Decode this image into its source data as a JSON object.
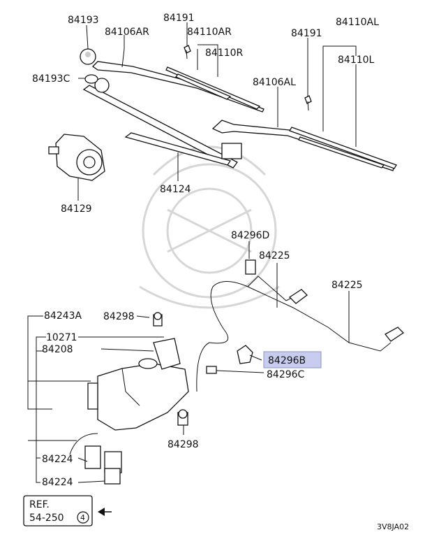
{
  "diagram": {
    "labels": {
      "p84193": "84193",
      "p84191_top": "84191",
      "p84106AR": "84106AR",
      "p84110AR": "84110AR",
      "p84110R": "84110R",
      "p84191_right": "84191",
      "p84110AL": "84110AL",
      "p84110L": "84110L",
      "p84193C": "84193C",
      "p84106AL": "84106AL",
      "p84124": "84124",
      "p84129": "84129",
      "p84296D": "84296D",
      "p84225_a": "84225",
      "p84225_b": "84225",
      "p84243A": "84243A",
      "p84298_a": "84298",
      "p10271": "10271",
      "p84208": "84208",
      "p84296B": "84296B",
      "p84296C": "84296C",
      "p84298_b": "84298",
      "p84224_a": "84224",
      "p84224_b": "84224"
    },
    "ref_box": {
      "line1": "REF.",
      "line2": "54-250",
      "badge": "4"
    },
    "code": "3V8JA02",
    "highlight_color": "#c8cdf0"
  }
}
